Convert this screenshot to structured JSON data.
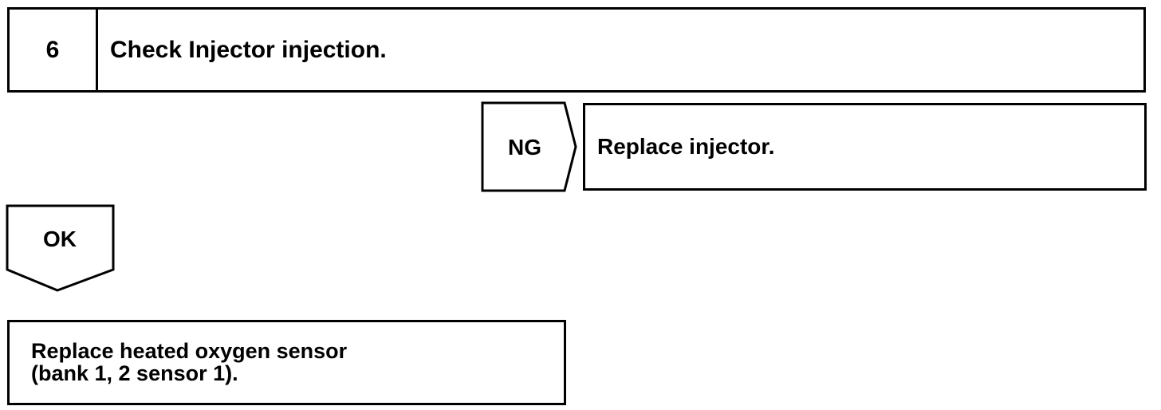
{
  "step": {
    "number": "6",
    "title": "Check Injector injection."
  },
  "ng_branch": {
    "label": "NG",
    "action": "Replace injector."
  },
  "ok_branch": {
    "label": "OK",
    "action_line1": "Replace heated oxygen sensor",
    "action_line2": "(bank 1, 2 sensor 1)."
  },
  "colors": {
    "stroke": "#000000",
    "background": "#ffffff"
  }
}
